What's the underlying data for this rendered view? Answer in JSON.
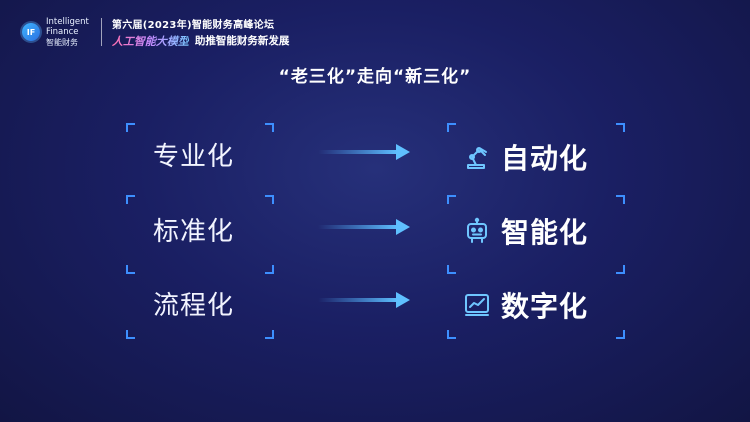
{
  "header": {
    "logo_mark": "IF",
    "logo_en_1": "Intelligent",
    "logo_en_2": "Finance",
    "logo_cn": "智能财务",
    "forum_title": "第六届(2023年)智能财务高峰论坛",
    "slogan": "人工智能大模型",
    "theme": "助推智能财务新发展"
  },
  "title": "“老三化”走向“新三化”",
  "old_items": [
    "专业化",
    "标准化",
    "流程化"
  ],
  "new_items": [
    {
      "label": "自动化",
      "icon": "robot-arm-icon"
    },
    {
      "label": "智能化",
      "icon": "robot-head-icon"
    },
    {
      "label": "数字化",
      "icon": "chart-screen-icon"
    }
  ],
  "colors": {
    "background": "#1a1f63",
    "accent": "#3d8fff",
    "icon": "#6fc6ff",
    "arrow": "#4fb0ff"
  }
}
